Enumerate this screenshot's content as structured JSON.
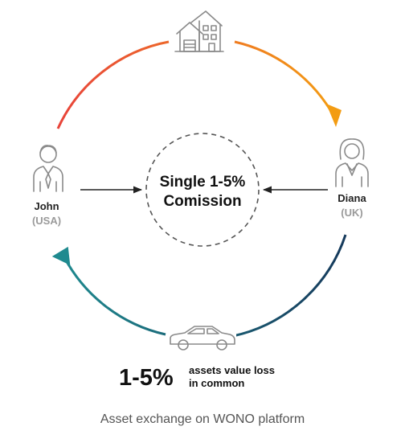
{
  "center": {
    "line1": "Single 1-5%",
    "line2": "Comission"
  },
  "left_person": {
    "name": "John",
    "country": "(USA)",
    "icon": "businessman-icon"
  },
  "right_person": {
    "name": "Diana",
    "country": "(UK)",
    "icon": "businesswoman-icon"
  },
  "top_asset": {
    "icon": "house-icon"
  },
  "bottom_asset": {
    "icon": "car-icon"
  },
  "loss": {
    "value": "1-5%",
    "line1": "assets value loss",
    "line2": "in common"
  },
  "caption": "Asset exchange on WONO platform",
  "colors": {
    "top_arc_start": "#e8443a",
    "top_arc_end": "#f39c12",
    "bottom_arc_start": "#1f8a8f",
    "bottom_arc_end": "#163a5c",
    "icon_gray": "#8a8a8a"
  }
}
